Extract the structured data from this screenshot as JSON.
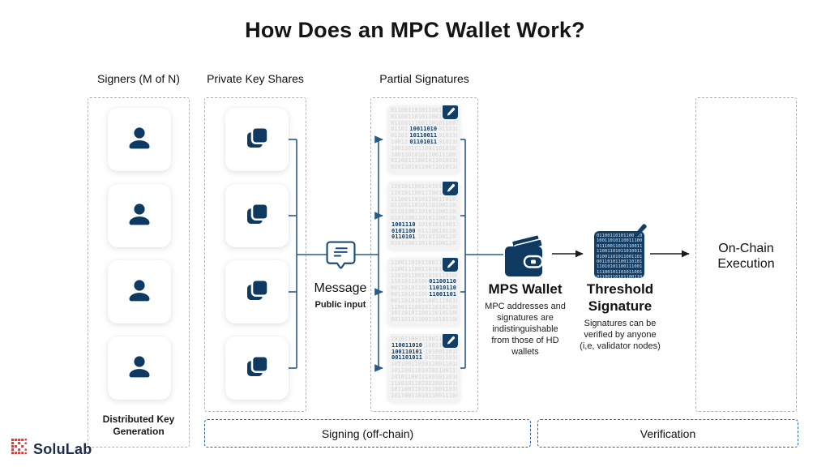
{
  "title": "How Does an MPC Wallet Work?",
  "headers": {
    "signers": "Signers (M of N)",
    "key_shares": "Private Key Shares",
    "partial_signatures": "Partial Signatures"
  },
  "signers": {
    "count": 4,
    "footer": "Distributed Key\nGeneration"
  },
  "key_shares": {
    "count": 4
  },
  "message": {
    "label": "Message",
    "sublabel": "Public input"
  },
  "partial_signatures": {
    "count": 4,
    "cards": [
      {
        "highlight": [
          "10011010",
          "10110011",
          "01101011"
        ],
        "row": 3,
        "align": "center"
      },
      {
        "highlight": [
          "1001110",
          "0101100",
          "0110101"
        ],
        "row": 6,
        "align": "left"
      },
      {
        "highlight": [
          "01100110",
          "11010110",
          "11001101"
        ],
        "row": 3,
        "align": "right"
      },
      {
        "highlight": [
          "110011010",
          "100110101",
          "001101011"
        ],
        "row": 1,
        "align": "left"
      }
    ]
  },
  "binary_filler": "0110011010110011010110011100110101100110101101001101011001101011001101010110011100101101",
  "wallet": {
    "label": "MPS Wallet",
    "description": "MPC addresses and\nsignatures are\nindistinguishable\nfrom those of HD\nwallets"
  },
  "threshold": {
    "label": "Threshold\nSignature",
    "description": "Signatures can be\nverified by anyone\n(i,e, validator nodes)"
  },
  "onchain": {
    "label": "On-Chain\nExecution"
  },
  "phases": {
    "signing": "Signing (off-chain)",
    "verification": "Verification"
  },
  "brand": {
    "name": "SoluLab"
  },
  "colors": {
    "navy": "#0e3a61",
    "icon_navy": "#123e66",
    "wire": "#2a5a85",
    "arrow_black": "#1c1c1c",
    "dashed_gray": "#b3b3b3",
    "dashed_blue": "#2c6296",
    "brand_red": "#d43d3d",
    "binary_gray": "#d4d4d4",
    "card_bg": "#f3f3f3"
  }
}
